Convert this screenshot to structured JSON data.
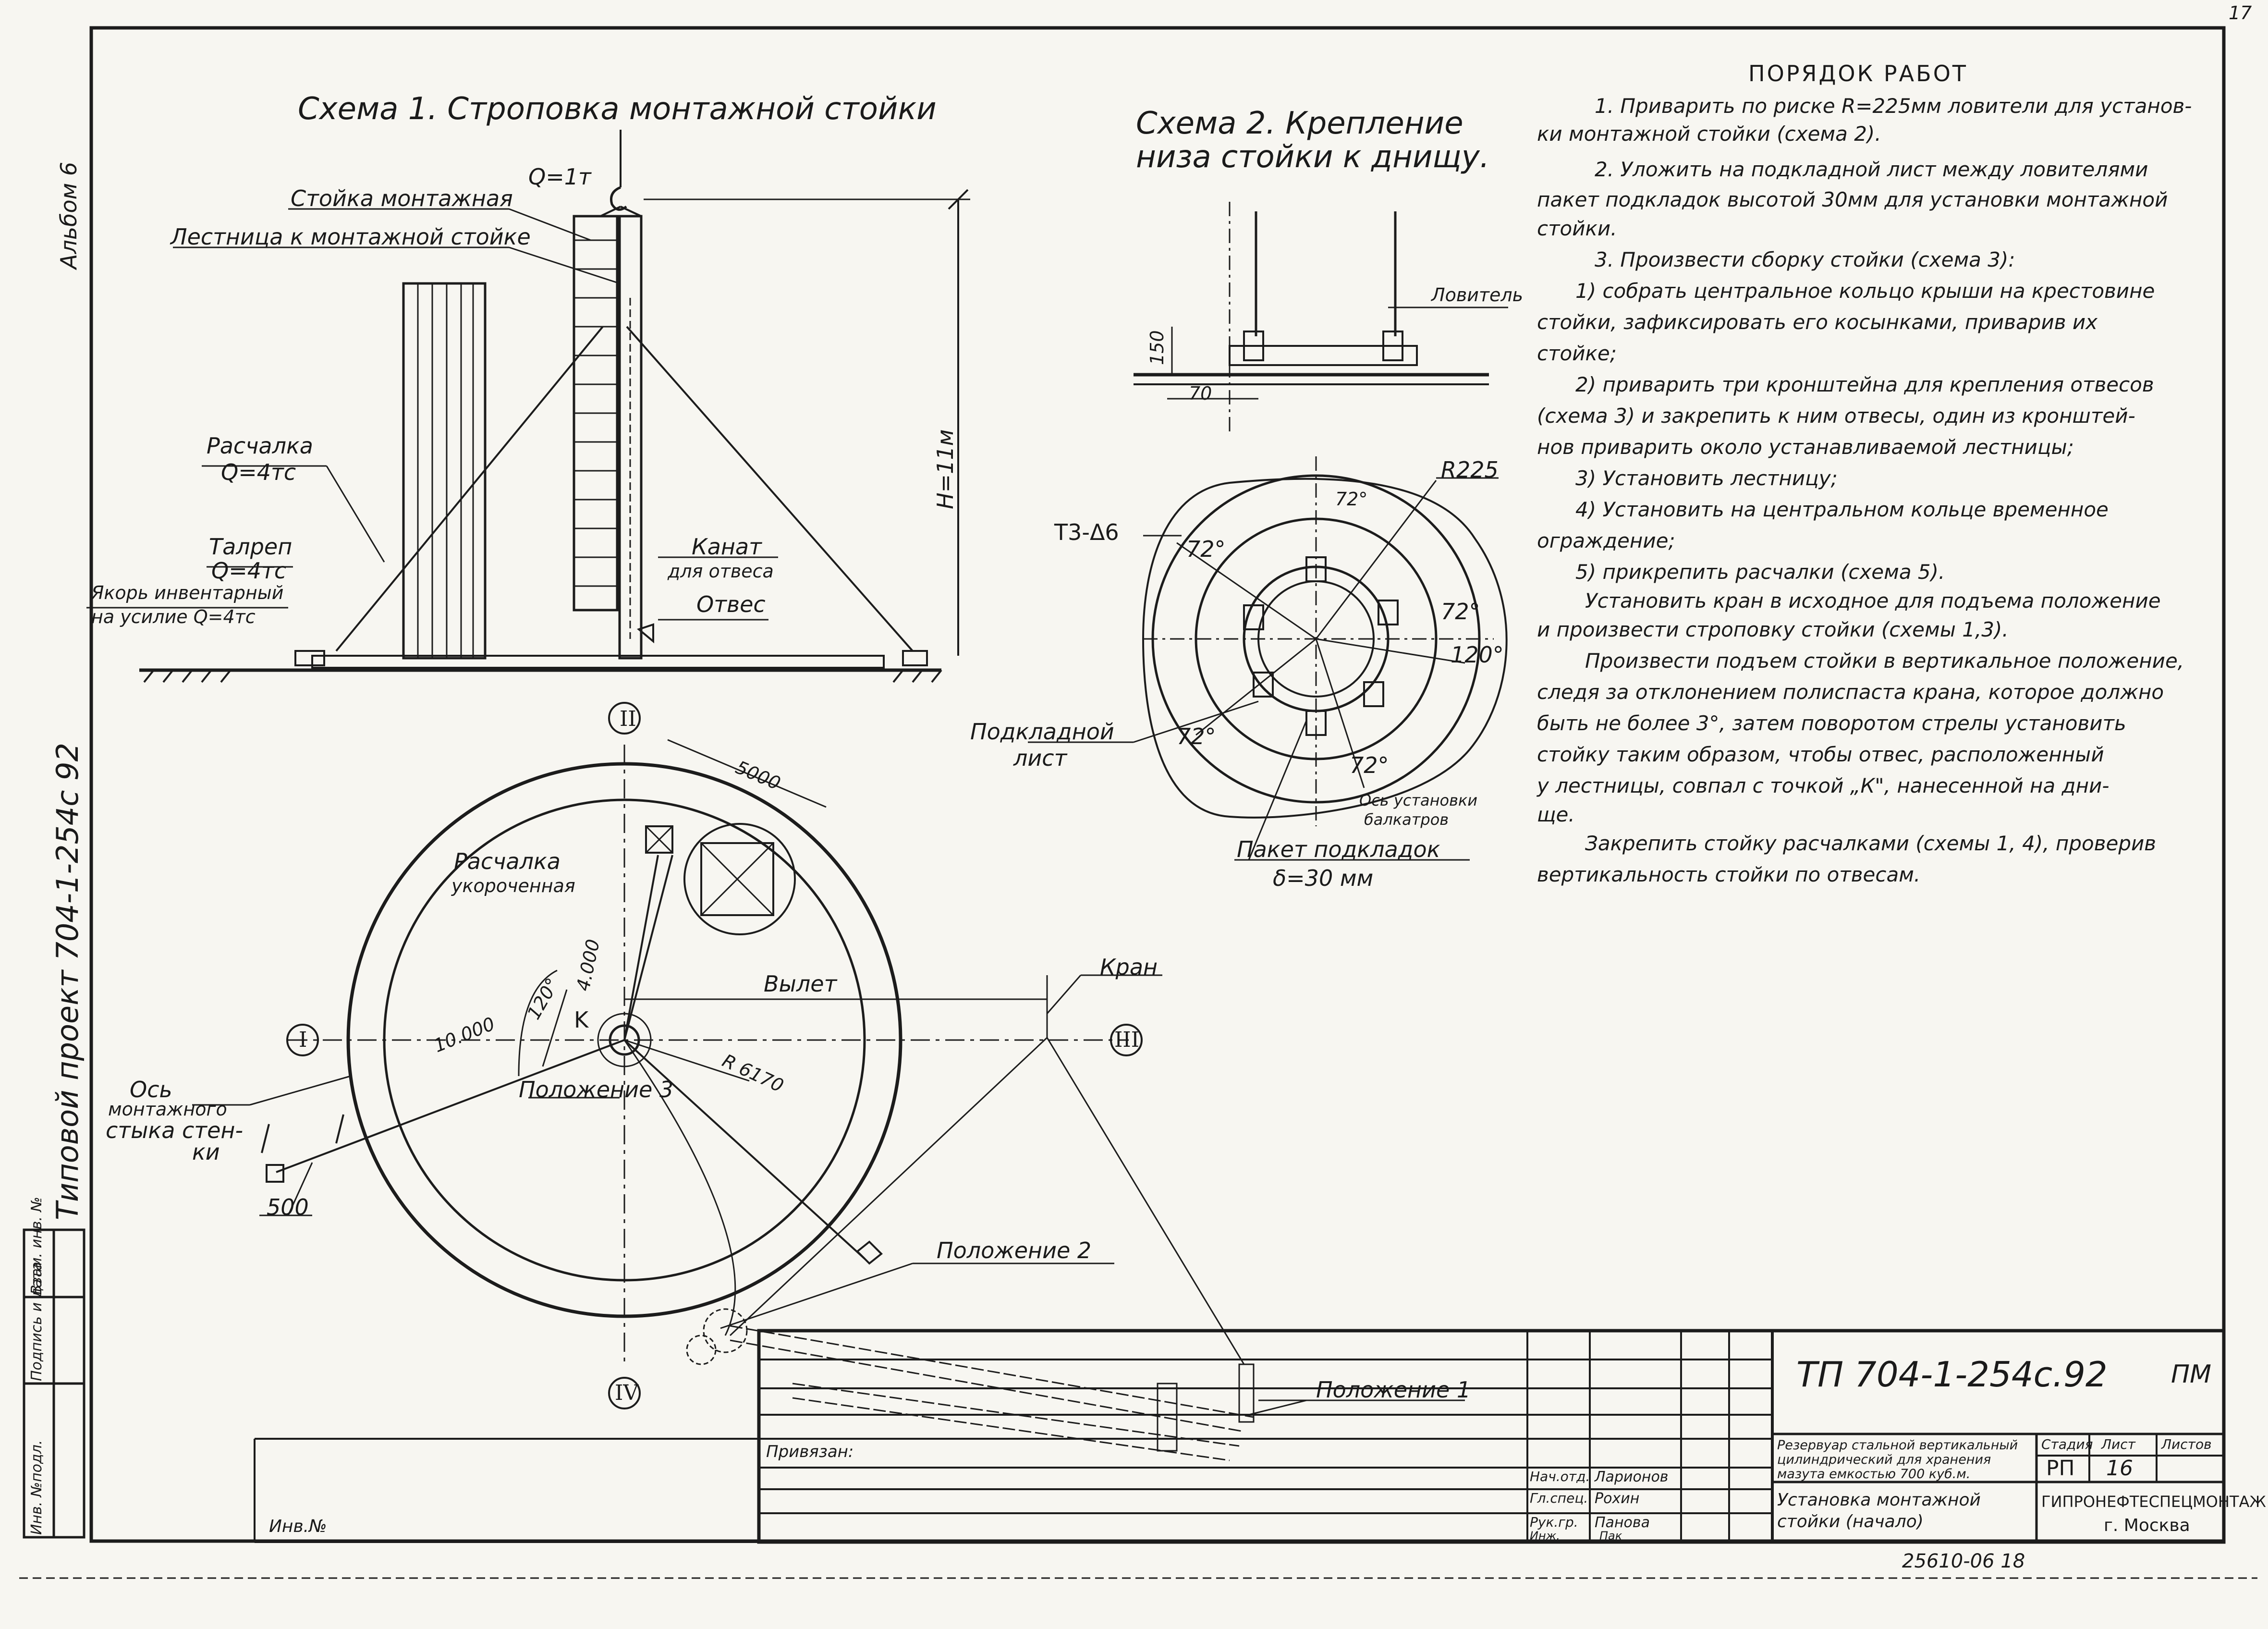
{
  "sheet_number": "17",
  "album_label": "Альбом 6",
  "project_label": "Типовой проект 704-1-254с 92",
  "side_stamp": {
    "inv_podl": "Инв. №подл.",
    "podpis": "Подпись и дата",
    "vzam": "Взам. инв. №"
  },
  "scheme1": {
    "title": "Схема 1.  Строповка монтажной стойки",
    "load": "Q=1т",
    "label_stand": "Стойка монтажная",
    "label_ladder": "Лестница к монтажной стойке",
    "guy_title": "Расчалка",
    "guy_load": "Q=4тс",
    "turnbuckle": "Талреп",
    "turnbuckle_load": "Q=4тс",
    "anchor": "Якорь инвентарный",
    "anchor_load": "на усилие Q=4тс",
    "rope": "Канат",
    "rope2": "для отвеса",
    "plumb": "Отвес",
    "height": "H=11м"
  },
  "scheme2": {
    "title1": "Схема 2.  Крепление",
    "title2": "низа стойки к днищу.",
    "catcher": "Ловитель",
    "dim_150": "150",
    "dim_70": "70",
    "radius": "R225",
    "t3": "Т3-Δ6",
    "angle": "72°",
    "angle_120": "120°",
    "subplate": "Подкладной",
    "subplate2": "лист",
    "axis": "Ось установки",
    "axis2": "балкатров",
    "pack": "Пакет подкладок",
    "pack_thickness": "δ=30 мм"
  },
  "plan": {
    "axis_1": "I",
    "axis_2": "II",
    "axis_3": "III",
    "axis_4": "IV",
    "dim_5000": "5000",
    "guy": "Расчалка",
    "guy_short": "укороченная",
    "dim_4000": "4.000",
    "angle_120": "120°",
    "dim_10000": "10.000",
    "k": "K",
    "outreach": "Вылет",
    "crane": "Кран",
    "radius": "R 6170",
    "pos3": "Положение 3",
    "pos2": "Положение 2",
    "pos1": "Положение 1",
    "axis_joint1": "Ось",
    "axis_joint2": "монтажного",
    "axis_joint3": "стыка стен-",
    "axis_joint4": "ки",
    "dim_500": "500"
  },
  "procedure": {
    "title": "ПОРЯДОК РАБОТ",
    "lines": [
      "1. Приварить по риске R=225мм ловители для установ-",
      "ки монтажной стойки (схема 2).",
      "2. Уложить на подкладной лист между ловителями",
      "пакет подкладок высотой 30мм для установки монтажной",
      "стойки.",
      "3. Произвести сборку стойки (схема 3):",
      "1) собрать центральное кольцо крыши на крестовине",
      "стойки, зафиксировать его косынками, приварив их",
      "стойке;",
      "2) приварить три кронштейна для крепления отвесов",
      "(схема 3) и закрепить к ним отвесы, один из кронштей-",
      "нов приварить около устанавливаемой лестницы;",
      "3) Установить лестницу;",
      "4) Установить на центральном кольце временное",
      "ограждение;",
      "5) прикрепить расчалки (схема 5).",
      "Установить кран в исходное для подъема положение",
      "и произвести строповку стойки (схемы 1,3).",
      "Произвести подъем стойки в вертикальное положение,",
      "следя за отклонением полиспаста крана, которое должно",
      "быть не более 3°, затем поворотом стрелы установить",
      "стойку таким образом, чтобы отвес, расположенный",
      "у лестницы, совпал с точкой „К\", нанесенной на дни-",
      "ще.",
      "Закрепить стойку расчалками (схемы 1, 4), проверив",
      "вертикальность стойки по отвесам."
    ]
  },
  "title_block": {
    "code": "ТП 704-1-254с.92",
    "code_suffix": "ПМ",
    "privyazan": "Привязан:",
    "inv": "Инв.№",
    "object_1": "Резервуар стальной вертикальный",
    "object_2": "цилиндрический для хранения",
    "object_3": "мазута емкостью 700 куб.м.",
    "stadia_h": "Стадия",
    "list_h": "Лист",
    "listov_h": "Листов",
    "stadia": "РП",
    "list": "16",
    "drawing_1": "Установка монтажной",
    "drawing_2": "стойки   (начало)",
    "org_1": "ГИПРОНЕФТЕСПЕЦМОНТАЖ",
    "org_2": "г. Москва",
    "people": [
      {
        "role": "Нач.отд.",
        "name": "Ларионов"
      },
      {
        "role": "Гл.спец.",
        "name": "Рохин"
      },
      {
        "role": "Рук.гр.",
        "name": "Панова"
      },
      {
        "role": "Инж.",
        "name": "Пак"
      }
    ],
    "bottom_number": "25610-06  18"
  }
}
